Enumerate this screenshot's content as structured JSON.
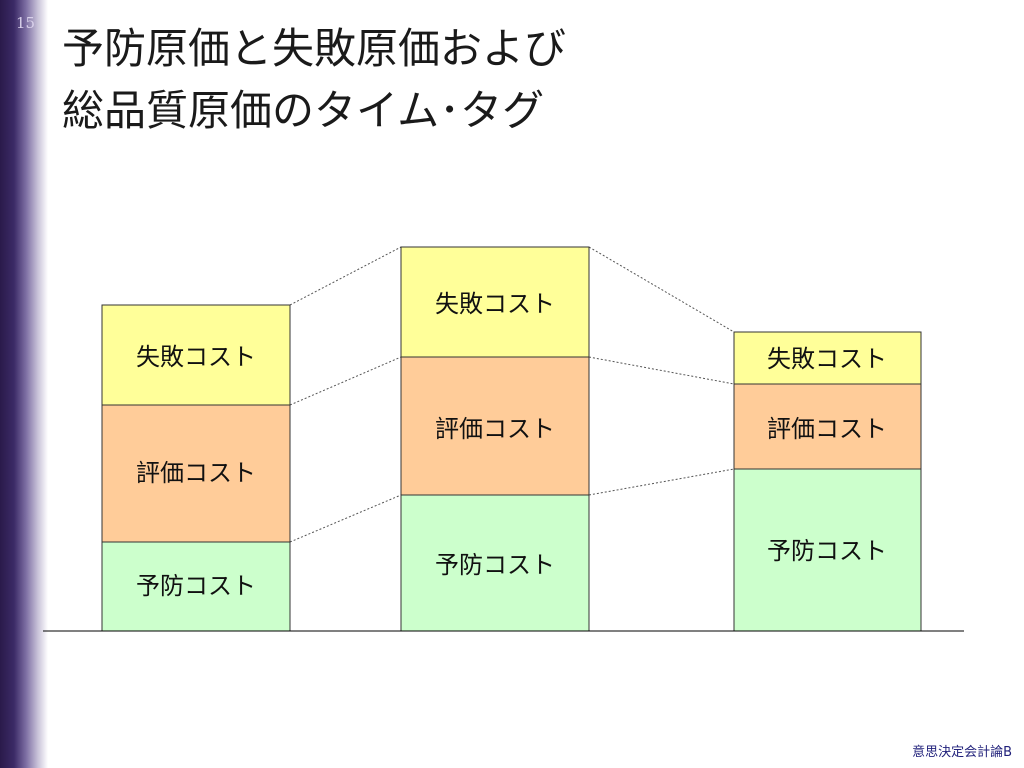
{
  "slide": {
    "number": "15",
    "title_line1": "予防原価と失敗原価および",
    "title_line2": "総品質原価のタイム･タグ",
    "footer": "意思決定会計論B"
  },
  "diagram": {
    "columns": [
      {
        "segments": [
          {
            "label": "失敗コスト"
          },
          {
            "label": "評価コスト"
          },
          {
            "label": "予防コスト"
          }
        ]
      },
      {
        "segments": [
          {
            "label": "失敗コスト"
          },
          {
            "label": "評価コスト"
          },
          {
            "label": "予防コスト"
          }
        ]
      },
      {
        "segments": [
          {
            "label": "失敗コスト"
          },
          {
            "label": "評価コスト"
          },
          {
            "label": "予防コスト"
          }
        ]
      }
    ]
  }
}
